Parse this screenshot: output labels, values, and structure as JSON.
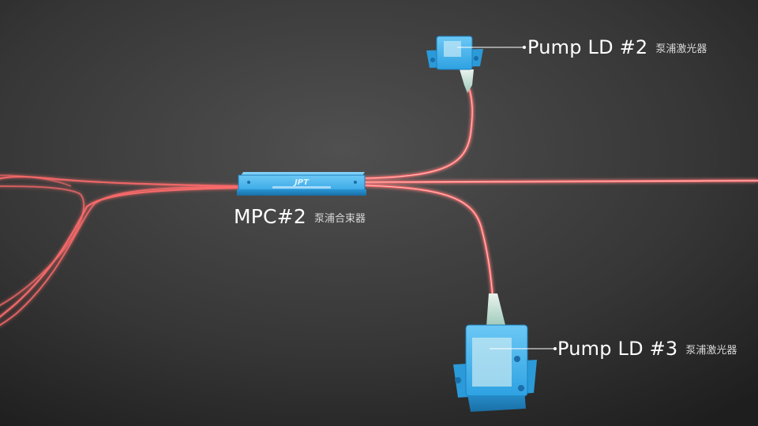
{
  "labels": {
    "pump_ld_2": {
      "title": "Pump LD #2",
      "subtitle": "泵浦激光器"
    },
    "pump_ld_3": {
      "title": "Pump LD #3",
      "subtitle": "泵浦激光器"
    },
    "mpc_2": {
      "title": "MPC#2",
      "subtitle": "泵浦合束器"
    }
  },
  "device": {
    "combiner_brand": "JPT"
  },
  "colors": {
    "background_top": "#4a4a4a",
    "background_bottom": "#242424",
    "fiber_glow": "#ff5a5a",
    "fiber_core": "#ffd6d6",
    "module_blue": "#3ab0ee",
    "module_blue_dark": "#1f86c4"
  }
}
